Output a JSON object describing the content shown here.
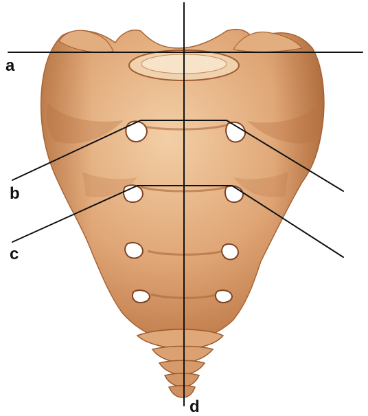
{
  "labels": {
    "a": "a",
    "b": "b",
    "c": "c",
    "d": "d"
  },
  "colors": {
    "bone_light": "#efc59a",
    "bone_mid": "#d99a68",
    "bone_dark": "#b56f42",
    "bone_shadow": "#8e4f2a",
    "foramen": "#ffffff",
    "line": "#111111"
  }
}
